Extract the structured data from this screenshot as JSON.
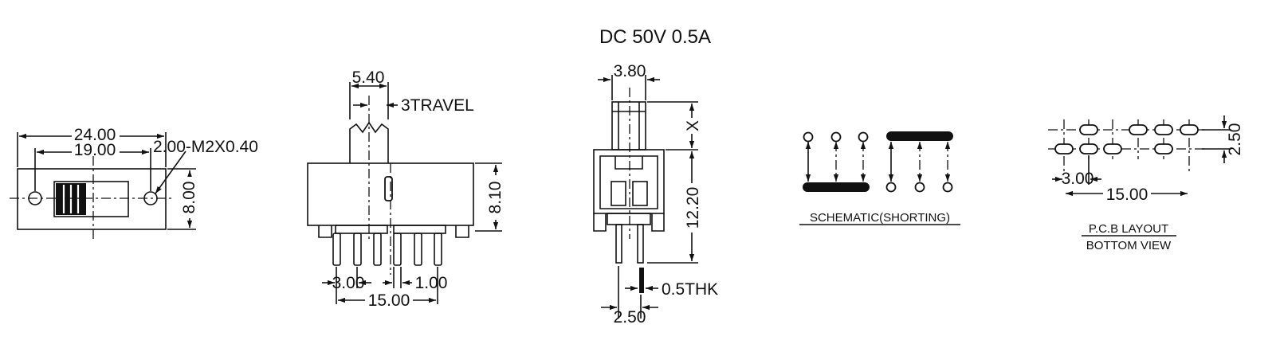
{
  "rating": "DC  50V  0.5A",
  "views": {
    "top": {
      "dim_length": "24.00",
      "dim_hole_pitch": "19.00",
      "dim_hole_thread": "2.00-M2X0.40",
      "dim_width": "8.00"
    },
    "front": {
      "dim_actuator": "5.40",
      "dim_travel": "3TRAVEL",
      "dim_height": "8.10",
      "dim_pin_pitch": "3.00",
      "dim_pin_width": "1.00",
      "dim_pin_span": "15.00"
    },
    "side": {
      "dim_actuator": "3.80",
      "dim_x": "X",
      "dim_body": "12.20",
      "dim_thickness": "0.5THK",
      "dim_pin_gap": "2.50"
    },
    "schematic": {
      "caption": "SCHEMATIC(SHORTING)"
    },
    "pcb": {
      "dim_row_gap": "2.50",
      "dim_pitch": "3.00",
      "dim_span": "15.00",
      "caption_line1": "P.C.B LAYOUT",
      "caption_line2": "BOTTOM VIEW"
    }
  }
}
